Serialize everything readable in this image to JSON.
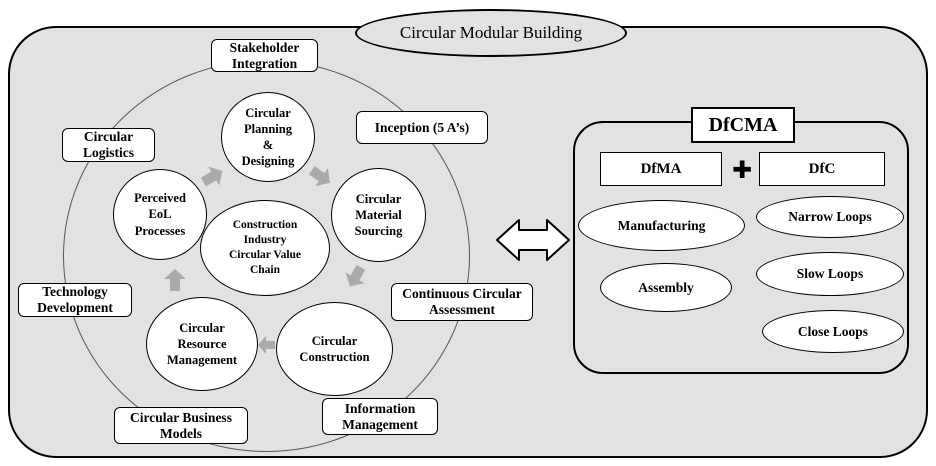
{
  "title": "Circular Modular Building",
  "outer_labels": {
    "stakeholder": "Stakeholder\nIntegration",
    "inception": "Inception (5 A’s)",
    "logistics": "Circular\nLogistics",
    "technology": "Technology\nDevelopment",
    "continuous": "Continuous Circular\nAssessment",
    "business": "Circular Business\nModels",
    "information": "Information\nManagement"
  },
  "cycle": {
    "planning": "Circular\nPlanning\n&\nDesigning",
    "sourcing": "Circular\nMaterial\nSourcing",
    "construction": "Circular\nConstruction",
    "resource": "Circular\nResource\nManagement",
    "eol": "Perceived\nEoL\nProcesses",
    "center": "Construction\nIndustry\nCircular Value\nChain"
  },
  "dfcma": {
    "title": "DfCMA",
    "dfma": "DfMA",
    "plus": "✚",
    "dfc": "DfC",
    "manufacturing": "Manufacturing",
    "assembly": "Assembly",
    "narrow": "Narrow Loops",
    "slow": "Slow Loops",
    "close": "Close Loops"
  },
  "icons": {
    "cycle_arrows": "gray-block-arrow-icon",
    "link_arrow": "double-arrow-icon"
  },
  "colors": {
    "background_panel": "#e2e2e2",
    "arrow_gray": "#aaaaaa",
    "box_fill": "#ffffff",
    "stroke": "#000000"
  }
}
